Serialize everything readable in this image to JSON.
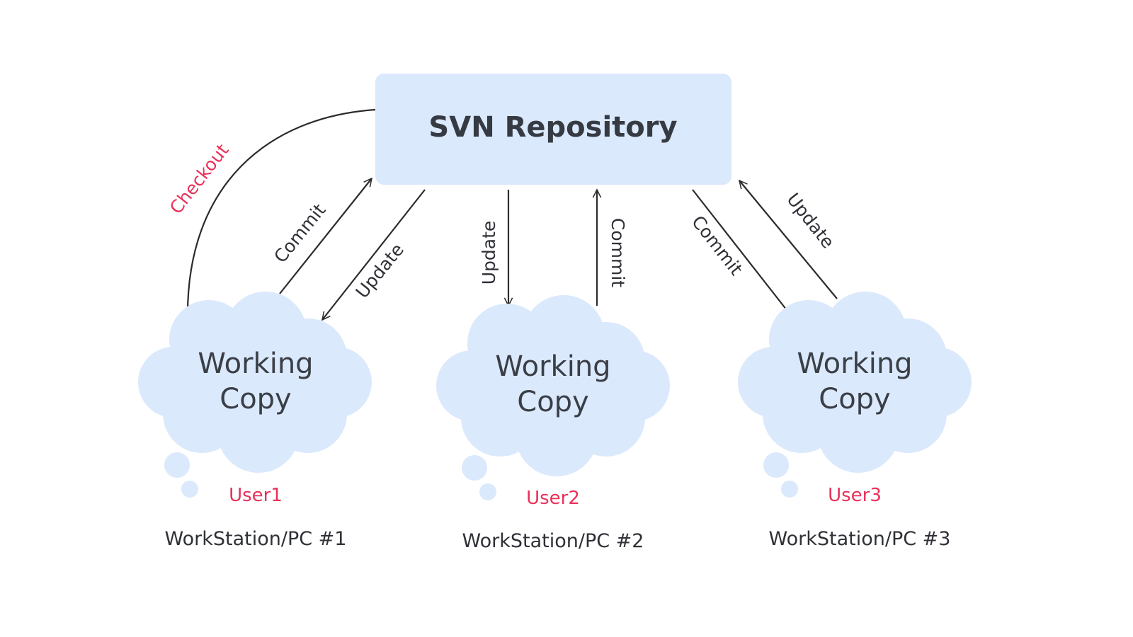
{
  "repository": {
    "title": "SVN Repository"
  },
  "checkout_label": "Checkout",
  "workstations": [
    {
      "cloud_line1": "Working",
      "cloud_line2": "Copy",
      "user": "User1",
      "name": "WorkStation/PC #1",
      "to_repo_label": "Commit",
      "from_repo_label": "Update"
    },
    {
      "cloud_line1": "Working",
      "cloud_line2": "Copy",
      "user": "User2",
      "name": "WorkStation/PC #2",
      "to_repo_label": "Commit",
      "from_repo_label": "Update"
    },
    {
      "cloud_line1": "Working",
      "cloud_line2": "Copy",
      "user": "User3",
      "name": "WorkStation/PC #3",
      "to_repo_label": "Update",
      "from_repo_label": "Commit"
    }
  ],
  "colors": {
    "box_fill": "#dbe9fc",
    "accent": "#e8325a",
    "text": "#363a42"
  }
}
